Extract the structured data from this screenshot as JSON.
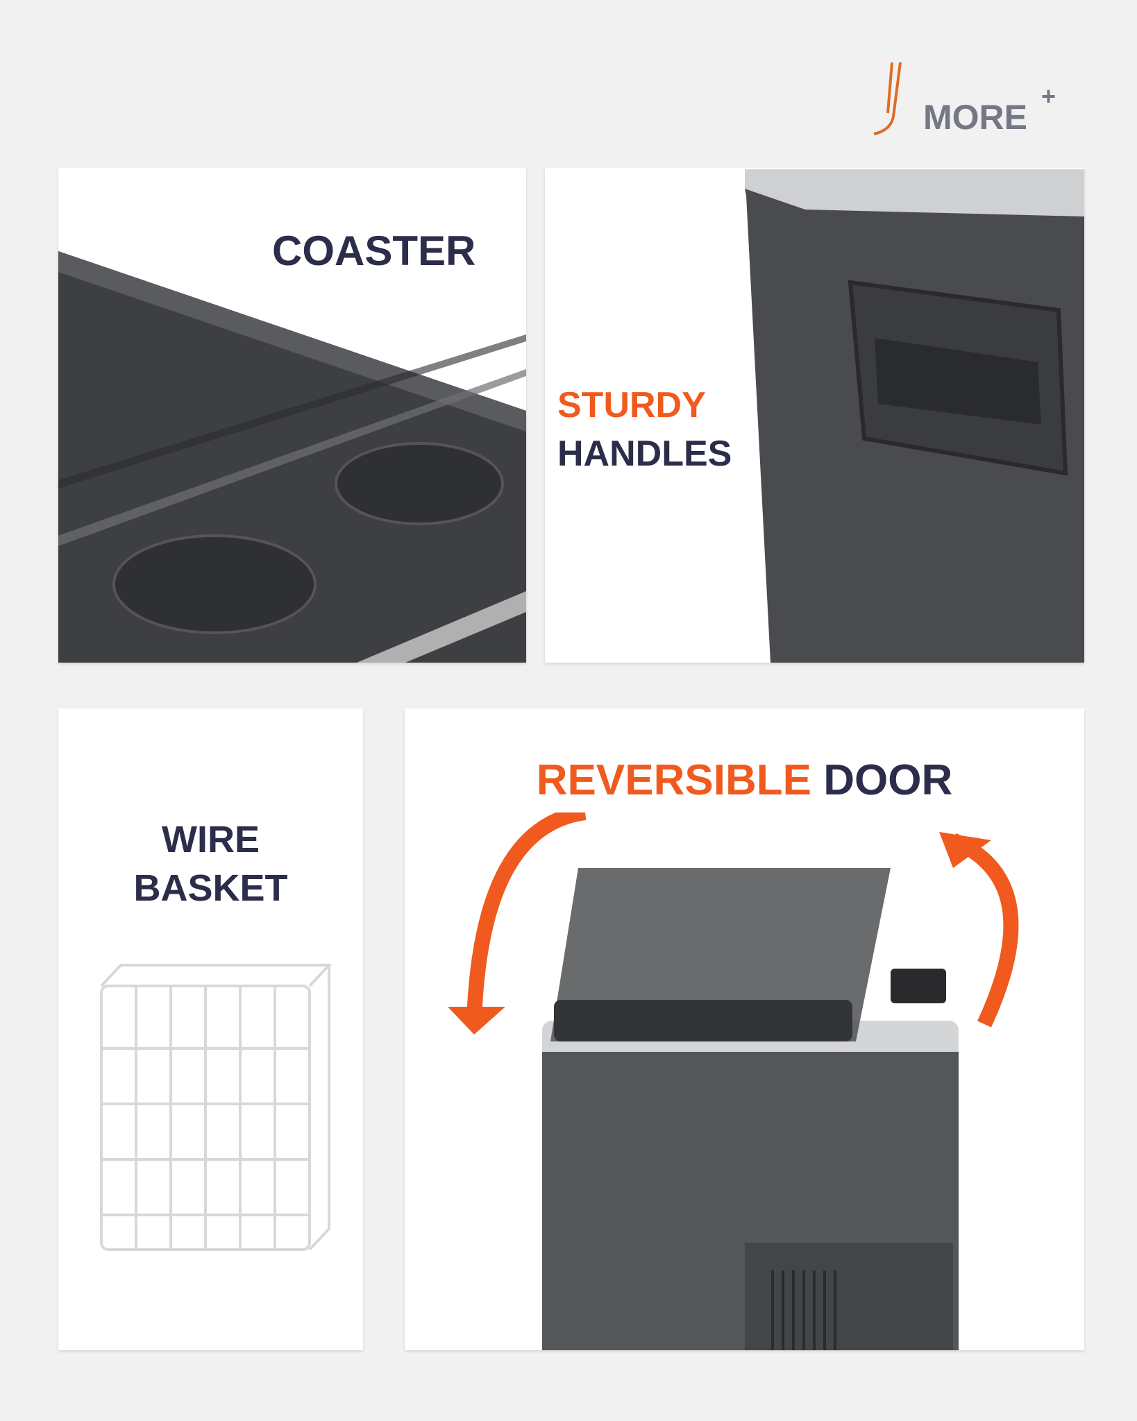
{
  "brand": {
    "label": "MORE",
    "plus": "+"
  },
  "panels": {
    "coaster": {
      "title": "COASTER"
    },
    "handles": {
      "line1": "STURDY",
      "line2": "HANDLES"
    },
    "basket": {
      "line1": "WIRE",
      "line2": "BASKET"
    },
    "door": {
      "accent": "REVERSIBLE",
      "rest": "DOOR"
    }
  },
  "colors": {
    "accent": "#f05a1e",
    "navy": "#2b2d4a",
    "grey": "#767785"
  }
}
